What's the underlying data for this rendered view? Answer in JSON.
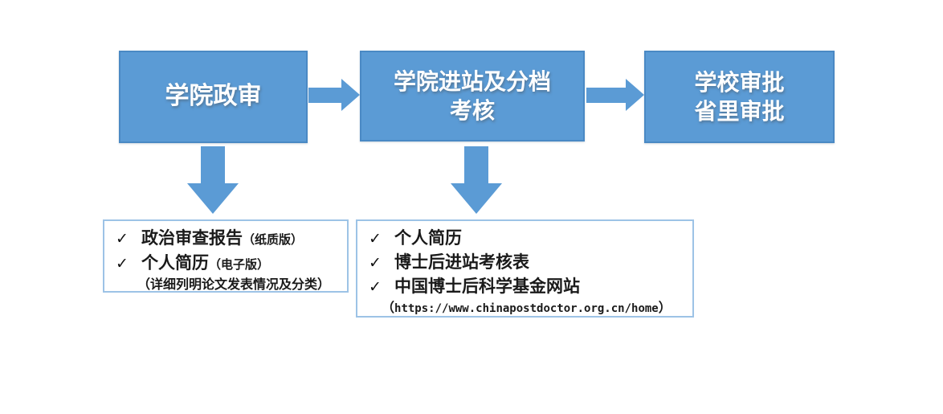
{
  "flow": {
    "boxes": [
      {
        "name": "college-political-review",
        "lines": [
          "学院政审"
        ]
      },
      {
        "name": "college-entry-and-grading-assessment",
        "lines": [
          "学院进站及分档",
          "考核"
        ]
      },
      {
        "name": "school-and-province-approval",
        "lines": [
          "学校审批",
          "省里审批"
        ]
      }
    ]
  },
  "details": {
    "left": {
      "items": [
        {
          "text": "政治审查报告",
          "suffix": "（纸质版）"
        },
        {
          "text": "个人简历",
          "suffix": "（电子版）",
          "note": "（详细列明论文发表情况及分类）"
        }
      ]
    },
    "right": {
      "items": [
        {
          "text": "个人简历"
        },
        {
          "text": "博士后进站考核表"
        },
        {
          "text": "中国博士后科学基金网站"
        }
      ],
      "url_note": {
        "open": "（",
        "url": "https://www.chinapostdoctor.org.cn/home",
        "close": "）"
      }
    }
  },
  "icons": {
    "check": "✓"
  },
  "colors": {
    "box_fill": "#5B9BD5",
    "box_border": "#4A89C4",
    "box_text": "#FFFFFF",
    "detail_border": "#9DC3E6",
    "detail_text": "#1A1A1A",
    "background": "#FFFFFF"
  }
}
